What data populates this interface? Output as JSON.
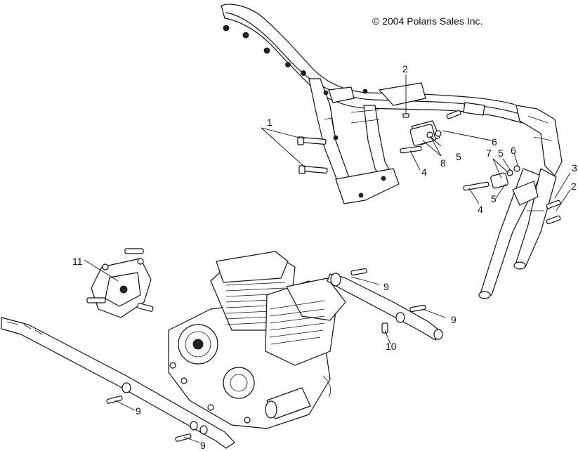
{
  "copyright": "© 2004 Polaris Sales Inc.",
  "callouts": {
    "c1": "1",
    "c2_top": "2",
    "c2_right": "2",
    "c3": "3",
    "c4_upper": "4",
    "c4_lower": "4",
    "c5_a": "5",
    "c5_b": "5",
    "c5_c": "5",
    "c6_a": "6",
    "c6_b": "6",
    "c7": "7",
    "c8": "8",
    "c9_a": "9",
    "c9_b": "9",
    "c9_c": "9",
    "c9_d": "9",
    "c10": "10",
    "c11": "11"
  }
}
